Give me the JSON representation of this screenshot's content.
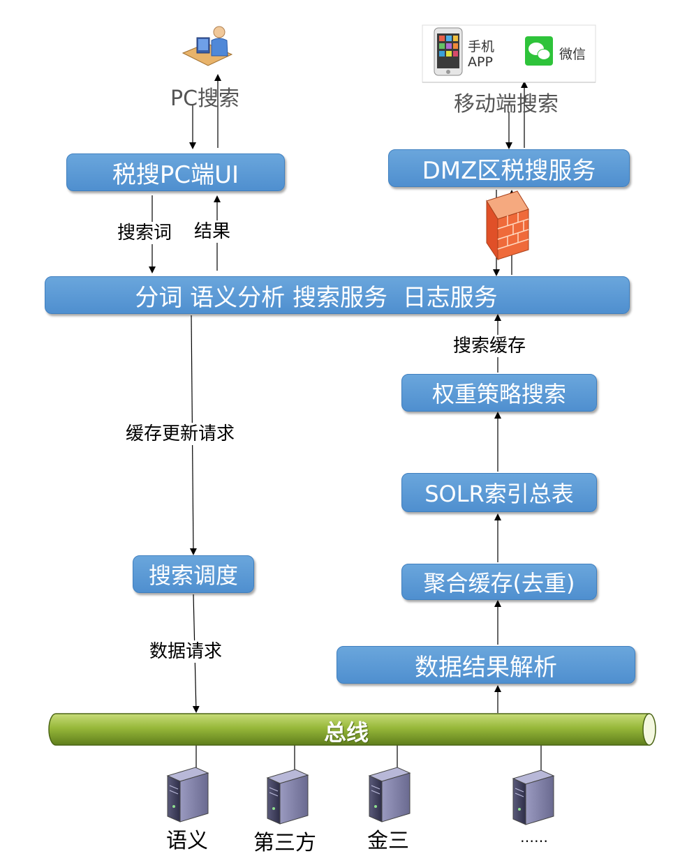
{
  "clients": {
    "pc_caption": "PC搜索",
    "mobile_caption": "移动端搜索",
    "phone_app_label_line1": "手机",
    "phone_app_label_line2": "APP",
    "wechat_label": "微信"
  },
  "boxes": {
    "pc_ui": "税搜PC端UI",
    "dmz": "DMZ区税搜服务",
    "services": "分词 语义分析 搜索服务  日志服务",
    "weight": "权重策略搜索",
    "solr": "SOLR索引总表",
    "aggregate": "聚合缓存(去重)",
    "parse": "数据结果解析",
    "dispatch": "搜索调度"
  },
  "edge_labels": {
    "search_term": "搜索词",
    "result": "结果",
    "search_cache": "搜索缓存",
    "cache_update": "缓存更新请求",
    "data_request": "数据请求"
  },
  "bus": {
    "label": "总线"
  },
  "sources": [
    "语义",
    "第三方",
    "金三",
    "……"
  ]
}
